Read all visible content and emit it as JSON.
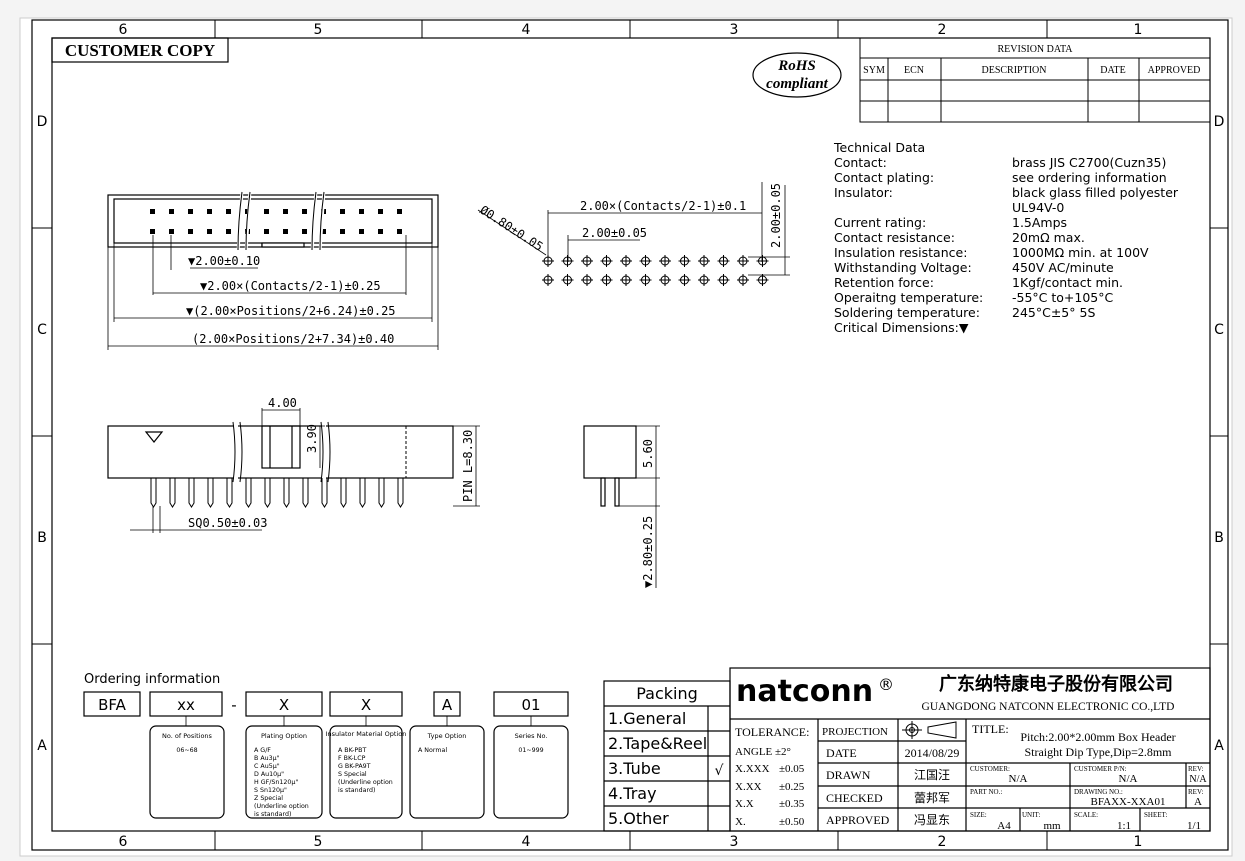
{
  "frame": {
    "columns_top": [
      "6",
      "5",
      "4",
      "3",
      "2",
      "1"
    ],
    "columns_bottom": [
      "6",
      "5",
      "4",
      "3",
      "2",
      "1"
    ],
    "rows_left": [
      "D",
      "C",
      "B",
      "A"
    ],
    "rows_right": [
      "D",
      "C",
      "B",
      "A"
    ]
  },
  "customer_copy": "CUSTOMER COPY",
  "rohs": {
    "line1": "RoHS",
    "line2": "compliant"
  },
  "revision": {
    "title": "REVISION DATA",
    "headers": [
      "SYM",
      "ECN",
      "DESCRIPTION",
      "DATE",
      "APPROVED"
    ]
  },
  "technical": {
    "title": "Technical  Data",
    "rows": [
      {
        "label": "Contact:",
        "value": "brass  JIS  C2700(Cuzn35)"
      },
      {
        "label": "Contact  plating:",
        "value": "see  ordering  information"
      },
      {
        "label": "Insulator:",
        "value": "black  glass  filled  polyester"
      },
      {
        "label": "",
        "value": "UL94V-0"
      },
      {
        "label": "Current  rating:",
        "value": "1.5Amps"
      },
      {
        "label": "Contact  resistance:",
        "value": "20mΩ  max."
      },
      {
        "label": "Insulation  resistance:",
        "value": "1000MΩ  min.  at  100V"
      },
      {
        "label": "Withstanding  Voltage:",
        "value": "450V  AC/minute"
      },
      {
        "label": "Retention  force:",
        "value": "1Kgf/contact  min."
      },
      {
        "label": "Operaitng  temperature:",
        "value": "-55°C  to+105°C"
      },
      {
        "label": "Soldering  temperature:",
        "value": "245°C±5°  5S"
      },
      {
        "label": "Critical  Dimensions:▼",
        "value": ""
      }
    ]
  },
  "dims": {
    "pitch": "▼2.00±0.10",
    "contacts": "▼2.00×(Contacts/2-1)±0.25",
    "positions_a": "▼(2.00×Positions/2+6.24)±0.25",
    "positions_b": "(2.00×Positions/2+7.34)±0.40",
    "hole": "Ø0.80±0.05",
    "pcb_pitch": "2.00±0.05",
    "pcb_span": "2.00×(Contacts/2-1)±0.1",
    "row_pitch": "2.00±0.05",
    "latch_w": "4.00",
    "latch_h": "3.90",
    "pin_len": "PIN L=8.30",
    "square": "SQ0.50±0.03",
    "height": "5.60",
    "tail": "▼2.80±0.25"
  },
  "ordering": {
    "title": "Ordering  information",
    "codes": [
      "BFA",
      "xx",
      "-",
      "X",
      "X",
      "A",
      "01"
    ],
    "boxes": [
      {
        "title": "No. of Positions",
        "lines": [
          "06~68"
        ]
      },
      {
        "title": "Plating Option",
        "lines": [
          "A    G/F",
          "B    Au3μ\"",
          "C    Au5μ\"",
          "D    Au10μ\"",
          "H    GF/Sn120μ\"",
          "S    Sn120μ\"",
          "Z    Special",
          "(Underline option",
          "is standard)"
        ]
      },
      {
        "title": "Insulator Material Option",
        "lines": [
          "A   BK-PBT",
          "F   BK-LCP",
          "G   BK-PA9T",
          "S   Special",
          "(Underline option",
          "is standard)"
        ]
      },
      {
        "title": "Type Option",
        "lines": [
          "A    Normal"
        ]
      },
      {
        "title": "Series No.",
        "lines": [
          "01~999"
        ]
      }
    ]
  },
  "packing": {
    "title": "Packing",
    "items": [
      "1.General",
      "2.Tape&Reel",
      "3.Tube",
      "4.Tray",
      "5.Other"
    ],
    "check": "√"
  },
  "titleblock": {
    "brand": "natconn",
    "reg": "®",
    "company_cn": "广东纳特康电子股份有限公司",
    "company_en": "GUANGDONG NATCONN ELECTRONIC CO.,LTD",
    "tolerance": "TOLERANCE:",
    "angle": "ANGLE ±2°",
    "tol_rows": [
      {
        "k": "X.XXX",
        "v": "±0.05"
      },
      {
        "k": "X.XX",
        "v": "±0.25"
      },
      {
        "k": "X.X",
        "v": "±0.35"
      },
      {
        "k": "X.",
        "v": "±0.50"
      }
    ],
    "projection": "PROJECTION",
    "date_label": "DATE",
    "date": "2014/08/29",
    "drawn_label": "DRAWN",
    "drawn": "江国汪",
    "checked_label": "CHECKED",
    "checked": "蕾邦军",
    "approved_label": "APPROVED",
    "approved": "冯显东",
    "title_label": "TITLE:",
    "title_line1": "Pitch:2.00*2.00mm Box Header",
    "title_line2": "Straight Dip Type,Dip=2.8mm",
    "customer_label": "CUSTOMER:",
    "customer": "N/A",
    "custpn_label": "CUSTOMER P/N:",
    "custpn": "N/A",
    "rev_label": "REV:",
    "rev1": "N/A",
    "partno_label": "PART NO.:",
    "drawing_label": "DRAWING NO.:",
    "drawing": "BFAXX-XXA01",
    "rev2": "A",
    "size_label": "SIZE:",
    "size": "A4",
    "unit_label": "UNIT:",
    "unit": "mm",
    "scale_label": "SCALE:",
    "scale": "1:1",
    "sheet_label": "SHEET:",
    "sheet": "1/1"
  }
}
